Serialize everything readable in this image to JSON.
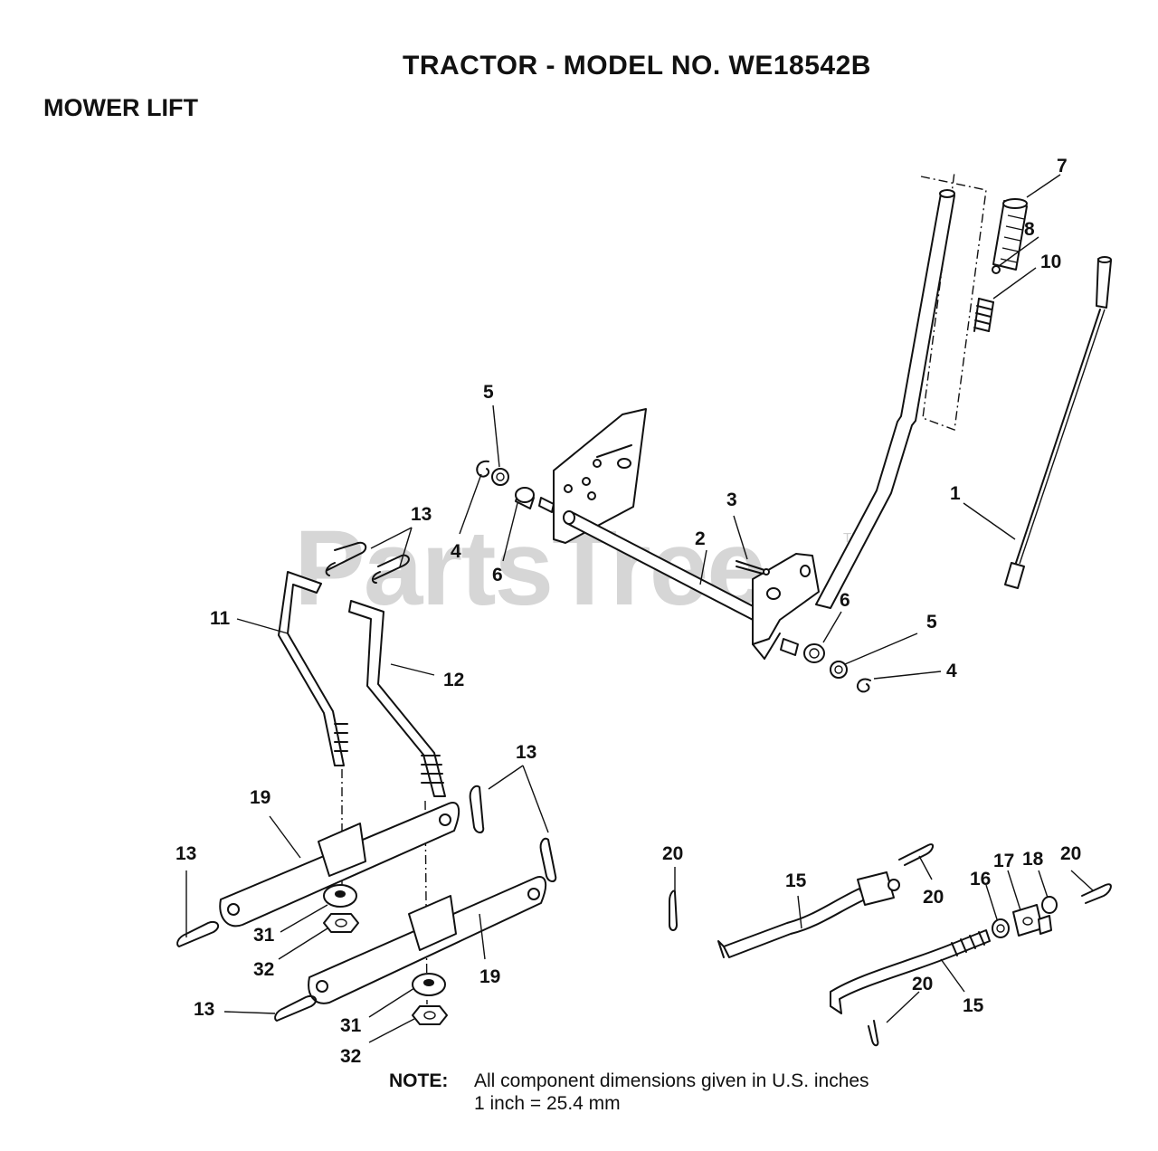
{
  "title": "TRACTOR - MODEL NO. WE18542B",
  "section": "MOWER LIFT",
  "watermark": "PartsTree",
  "watermark_mark": "TM",
  "note": {
    "label": "NOTE:",
    "line1": "All component dimensions given in U.S. inches",
    "line2": "1 inch = 25.4 mm"
  },
  "callouts": {
    "c7": "7",
    "c8": "8",
    "c10": "10",
    "c1": "1",
    "c5a": "5",
    "c4a": "4",
    "c6a": "6",
    "c3": "3",
    "c2": "2",
    "c6b": "6",
    "c5b": "5",
    "c4b": "4",
    "c13a": "13",
    "c11": "11",
    "c12": "12",
    "c13b": "13",
    "c19a": "19",
    "c13c": "13",
    "c31a": "31",
    "c32a": "32",
    "c19b": "19",
    "c13d": "13",
    "c31b": "31",
    "c32b": "32",
    "c20a": "20",
    "c15a": "15",
    "c20b": "20",
    "c16": "16",
    "c17": "17",
    "c18": "18",
    "c20c": "20",
    "c20d": "20",
    "c15b": "15"
  }
}
